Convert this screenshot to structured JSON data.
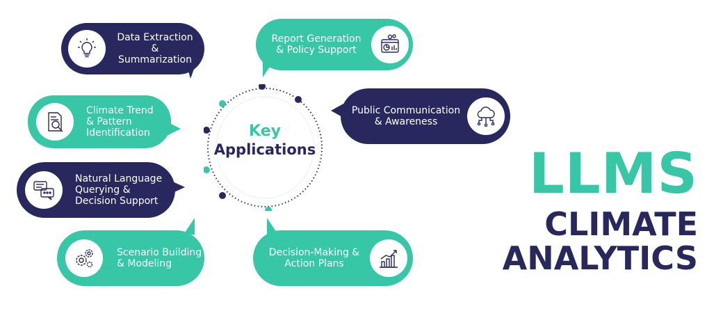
{
  "center": {
    "line1": "Key",
    "line2": "Applications"
  },
  "title": {
    "line1": "LLMS",
    "line2": "CLIMATE",
    "line3": "ANALYTICS"
  },
  "colors": {
    "navy": "#28275e",
    "teal": "#37c7a6",
    "white": "#ffffff"
  },
  "applications": [
    {
      "label": "Data Extraction\n& Summarization",
      "icon": "lightbulb-icon",
      "color": "navy"
    },
    {
      "label": "Report Generation\n& Policy Support",
      "icon": "report-chart-icon",
      "color": "teal"
    },
    {
      "label": "Climate Trend\n& Pattern\nIdentification",
      "icon": "document-search-icon",
      "color": "teal"
    },
    {
      "label": "Public Communication\n& Awareness",
      "icon": "cloud-network-icon",
      "color": "navy"
    },
    {
      "label": "Natural Language\nQuerying &\nDecision Support",
      "icon": "chat-bubbles-icon",
      "color": "navy"
    },
    {
      "label": "Scenario Building\n& Modeling",
      "icon": "gears-icon",
      "color": "teal"
    },
    {
      "label": "Decision-Making &\nAction Plans",
      "icon": "growth-chart-icon",
      "color": "teal"
    }
  ]
}
